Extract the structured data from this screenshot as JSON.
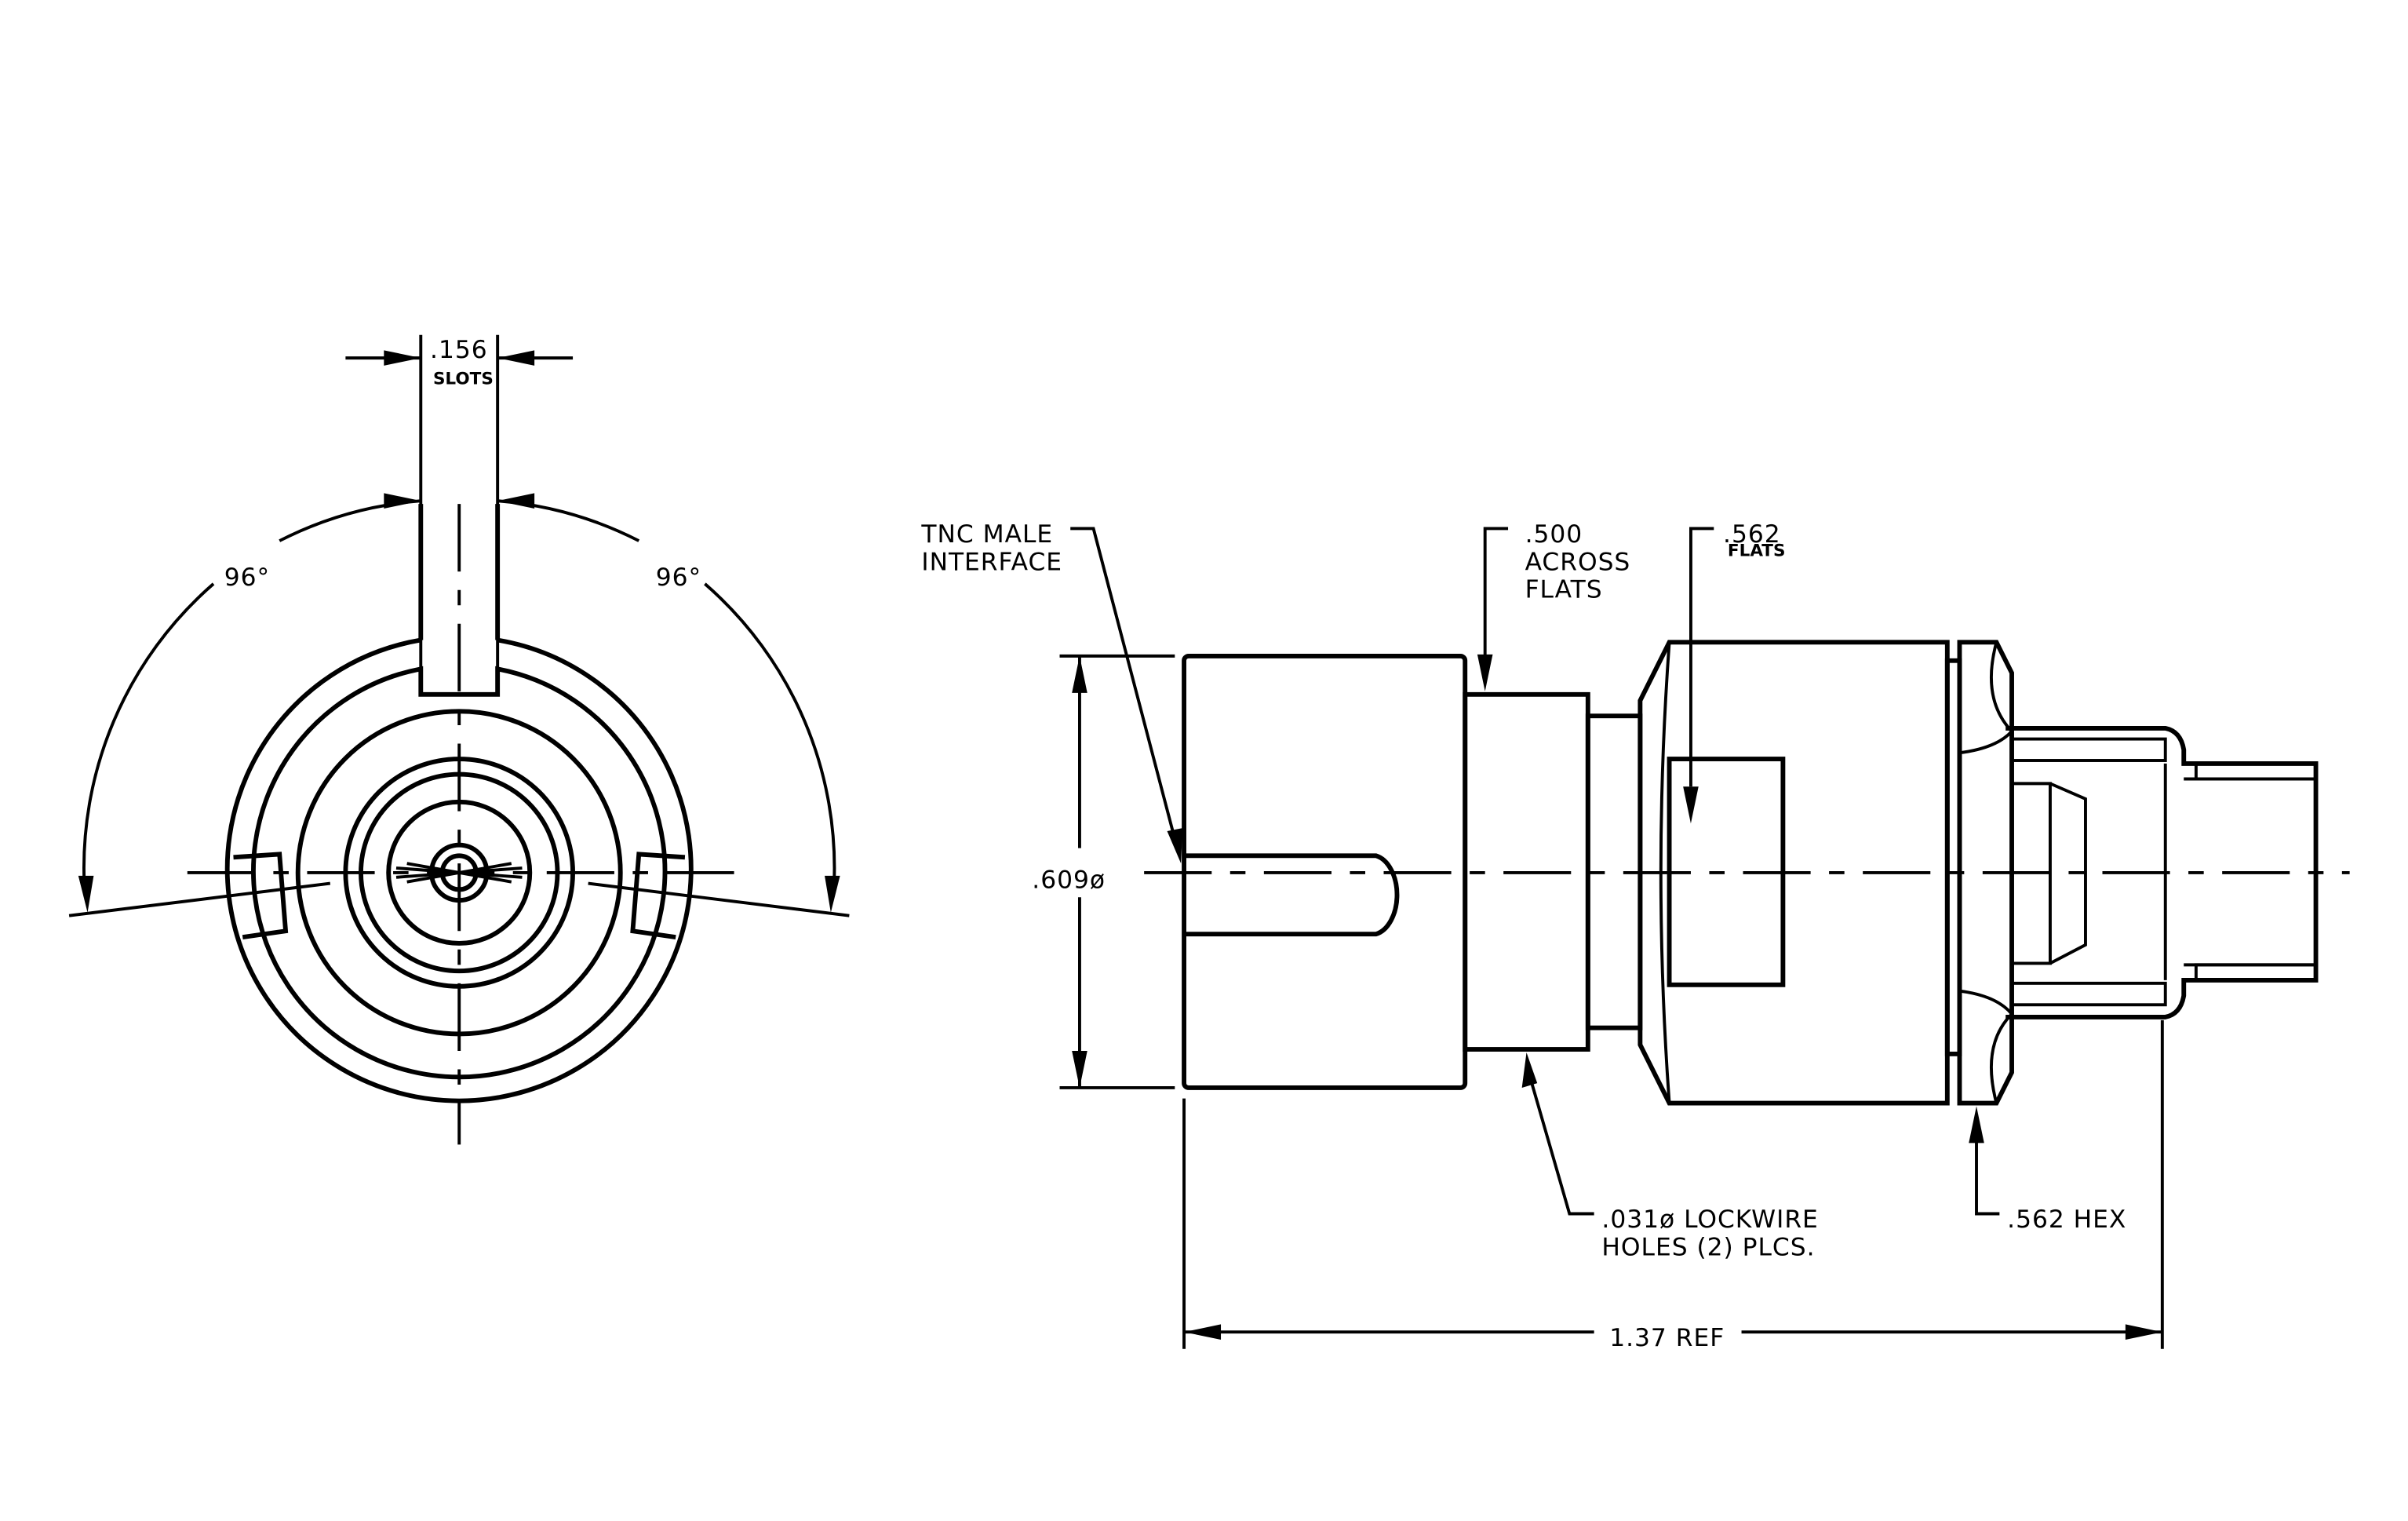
{
  "end_view": {
    "slot_width": ".156",
    "slot_note": "SLOTS",
    "angle_left": "96°",
    "angle_right": "96°"
  },
  "side_view": {
    "interface_line1": "TNC  MALE",
    "interface_line2": "INTERFACE",
    "flats_line1": ".500",
    "flats_line2": "ACROSS",
    "flats_line3": "FLATS",
    "flats2_value": ".562",
    "flats2_note": "FLATS",
    "diameter": ".609ø",
    "lockwire_line1": ".031ø  LOCKWIRE",
    "lockwire_line2": "HOLES  (2)  PLCS.",
    "hex": ".562  HEX",
    "overall_length": "1.37  REF"
  }
}
